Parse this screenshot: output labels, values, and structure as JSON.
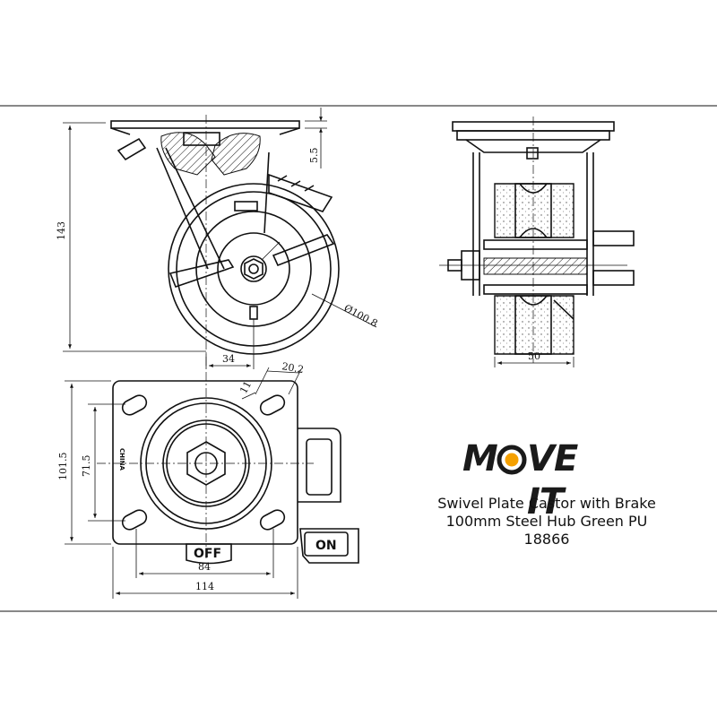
{
  "dimensions": {
    "plate_offset": "5.5",
    "height": "143",
    "wheel_diameter": "Ø100.8",
    "bolt_offset": "34",
    "wheel_width": "50",
    "slot_length": "20.2",
    "slot_width": "11",
    "plate_length": "101.5",
    "hole_spacing_length": "71.5",
    "hole_spacing_width": "84",
    "plate_width": "114"
  },
  "labels": {
    "brake_off": "OFF",
    "brake_on": "ON",
    "plate_marking": "CHINA"
  },
  "brand": {
    "part1": "M",
    "part2": "VE IT",
    "accent_color": "#f5a000"
  },
  "caption": {
    "line1": "Swivel Plate Castor with Brake",
    "line2": "100mm Steel Hub Green PU",
    "line3": "18866"
  }
}
